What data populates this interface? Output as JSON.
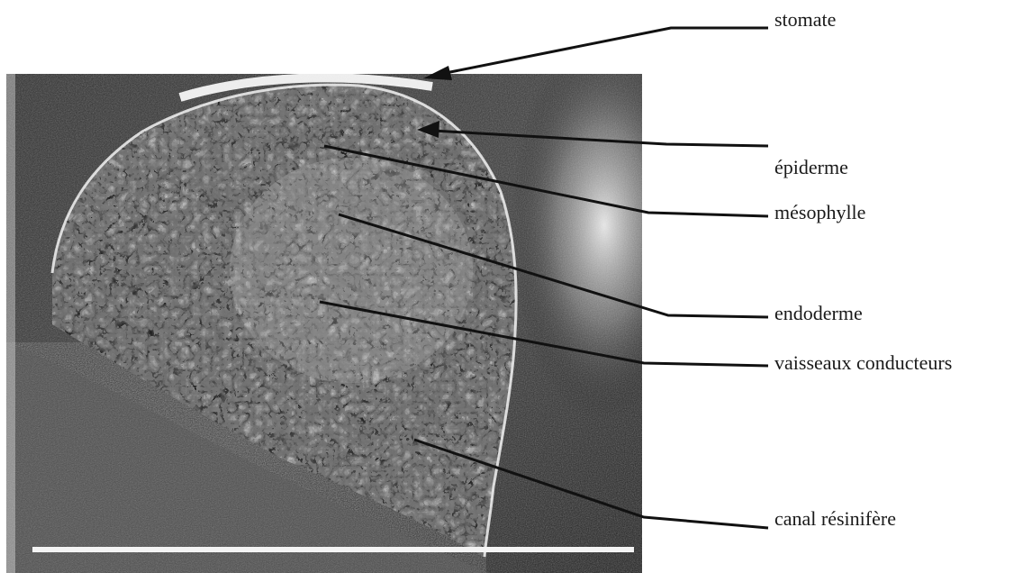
{
  "labels": {
    "stomate": "stomate",
    "epiderme": "épiderme",
    "mesophylle": "mésophylle",
    "endoderme": "endoderme",
    "vaisseaux": "vaisseaux conducteurs",
    "canal": "canal résinifère"
  },
  "colors": {
    "background": "#ffffff",
    "leader_line": "#111111",
    "text": "#1a1a1a"
  }
}
